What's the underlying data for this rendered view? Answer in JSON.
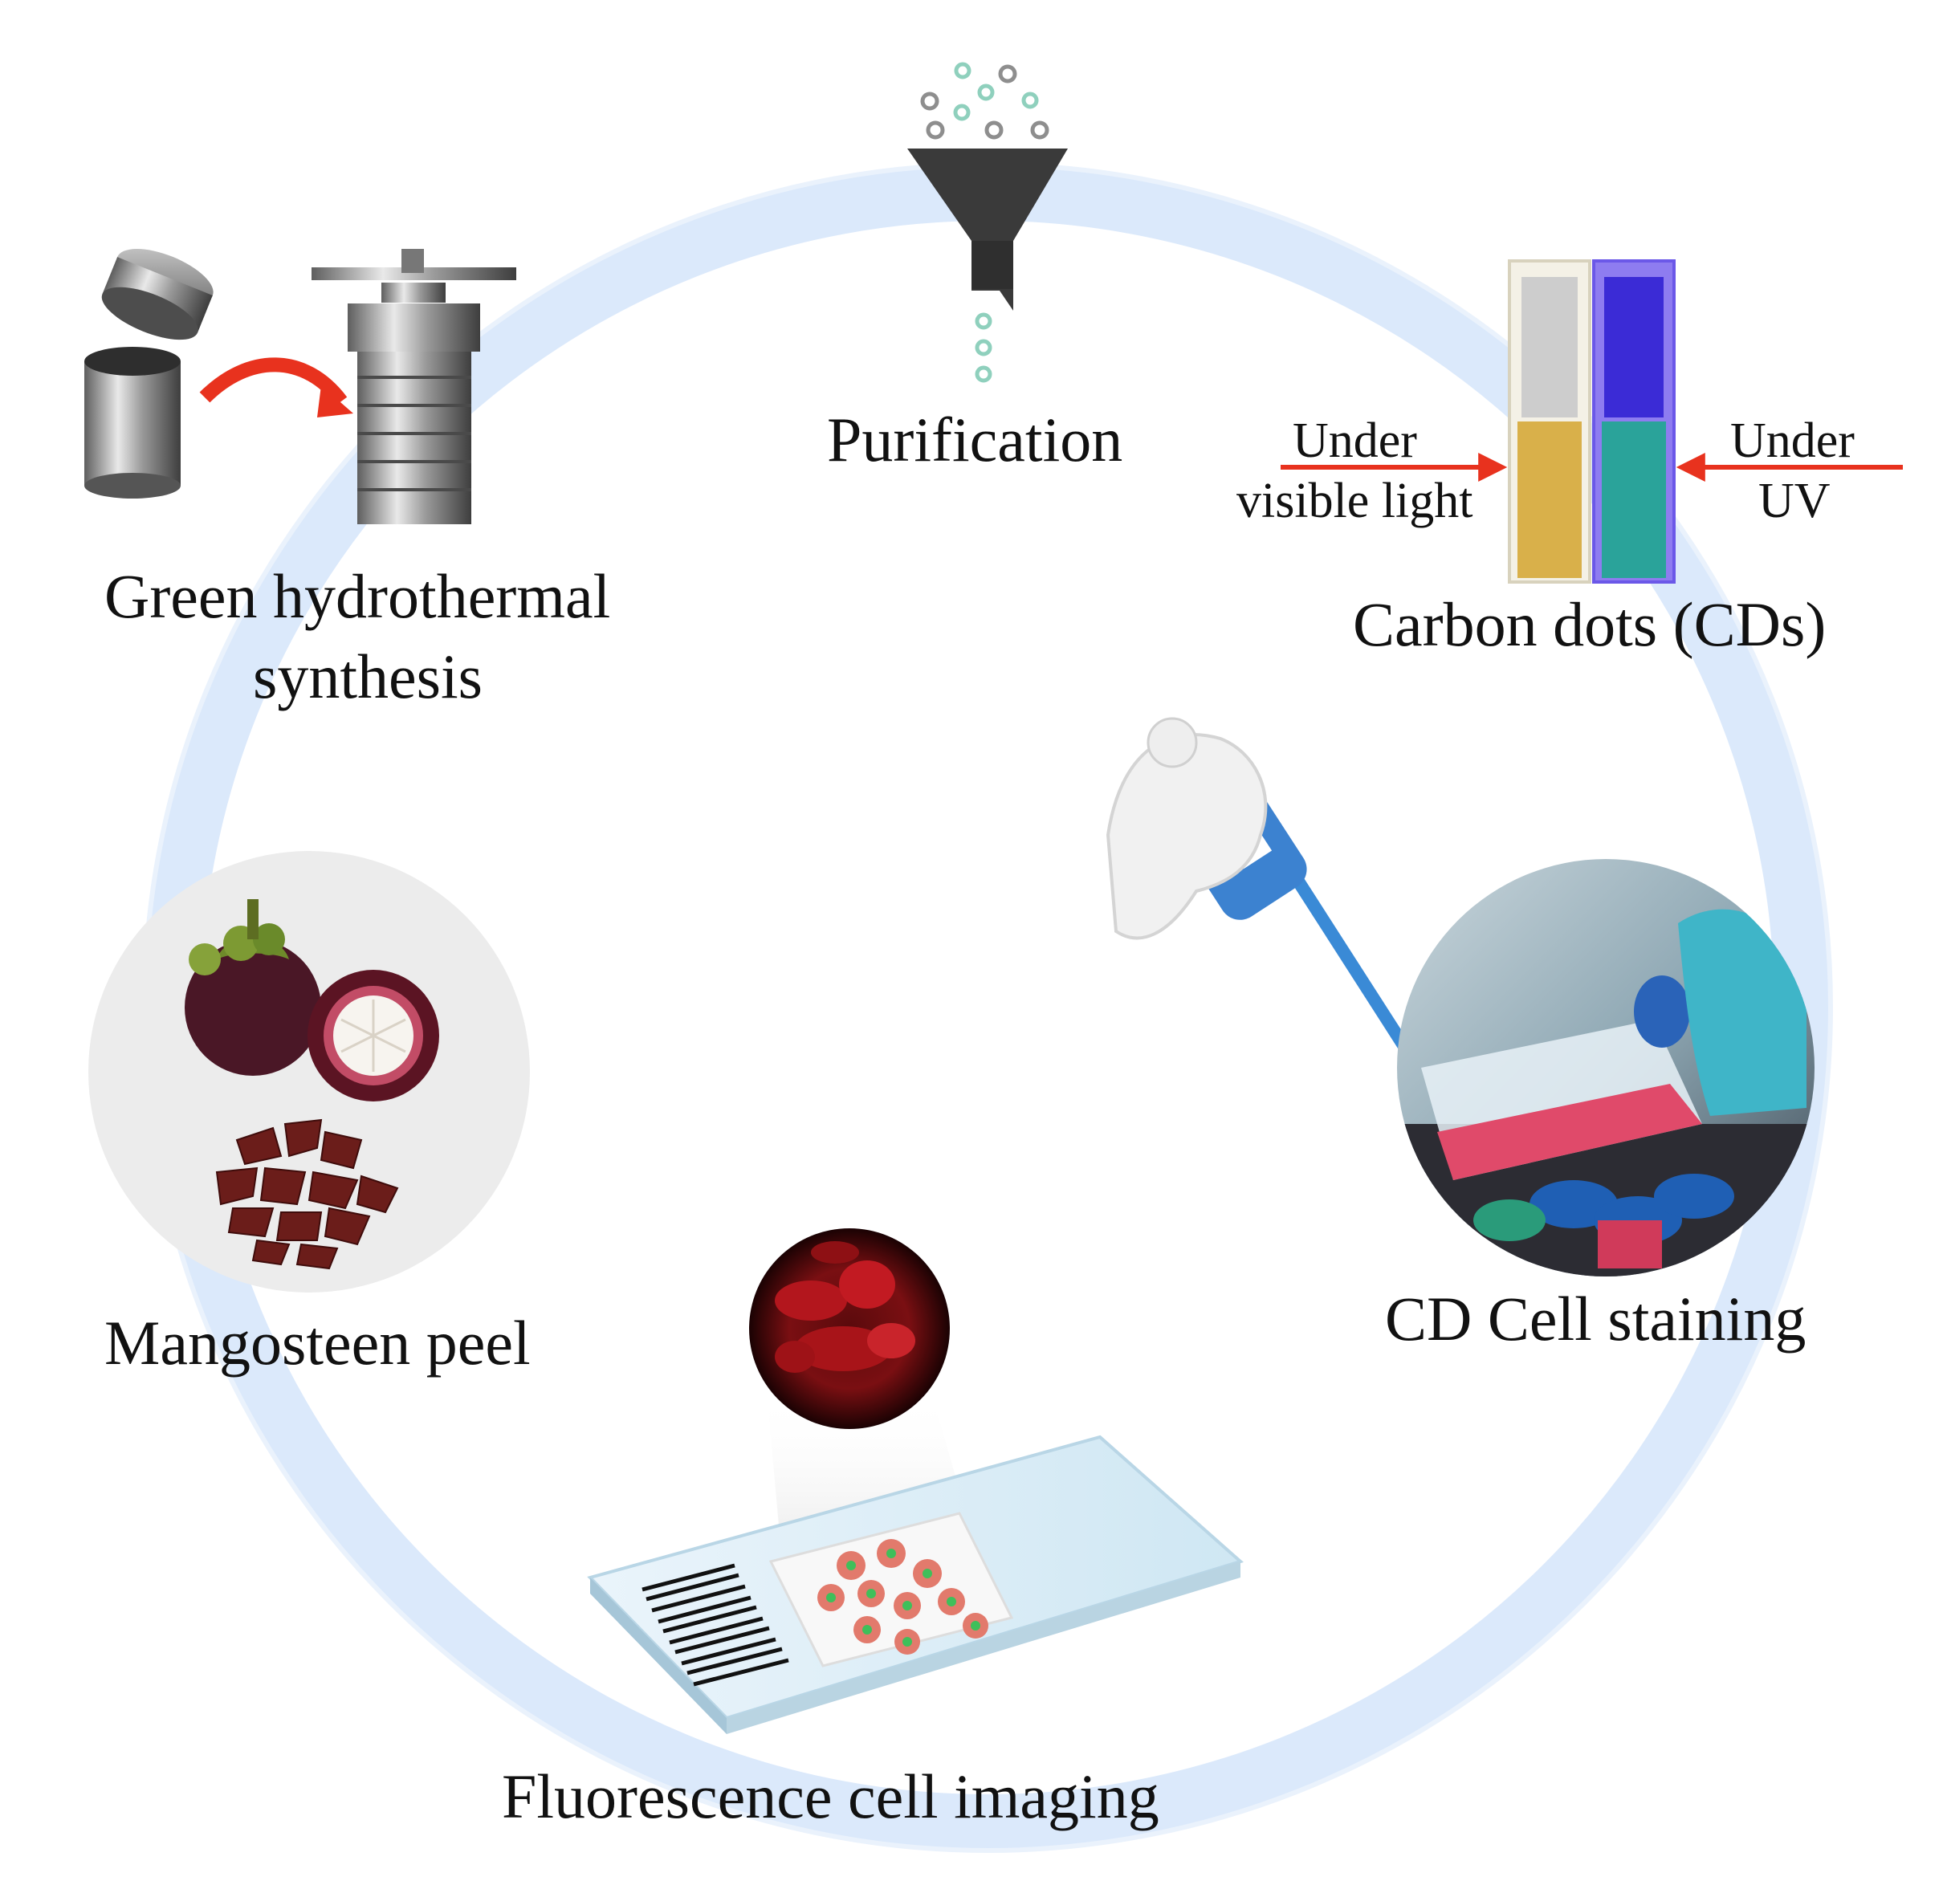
{
  "steps": {
    "synthesis": "Green hydrothermal synthesis",
    "synthesis_line1": "Green hydrothermal",
    "synthesis_line2": "synthesis",
    "purification": "Purification",
    "carbon_dots": "Carbon dots (CDs)",
    "staining": "CD Cell staining",
    "imaging": "Fluorescence cell imaging",
    "source": "Mangosteen peel"
  },
  "cuvette_labels": {
    "visible_line1": "Under",
    "visible_line2": "visible light",
    "uv_line1": "Under",
    "uv_line2": "UV"
  },
  "colors": {
    "cycle_ring": "#dbe9fb",
    "arrow_red": "#e8321e",
    "cd_yellow": "#d9b04a",
    "uv_blue": "#3b2bd6",
    "uv_cyan": "#2aa39a",
    "cell_red": "#b3161d",
    "glove_cyan": "#3fb5c8"
  }
}
